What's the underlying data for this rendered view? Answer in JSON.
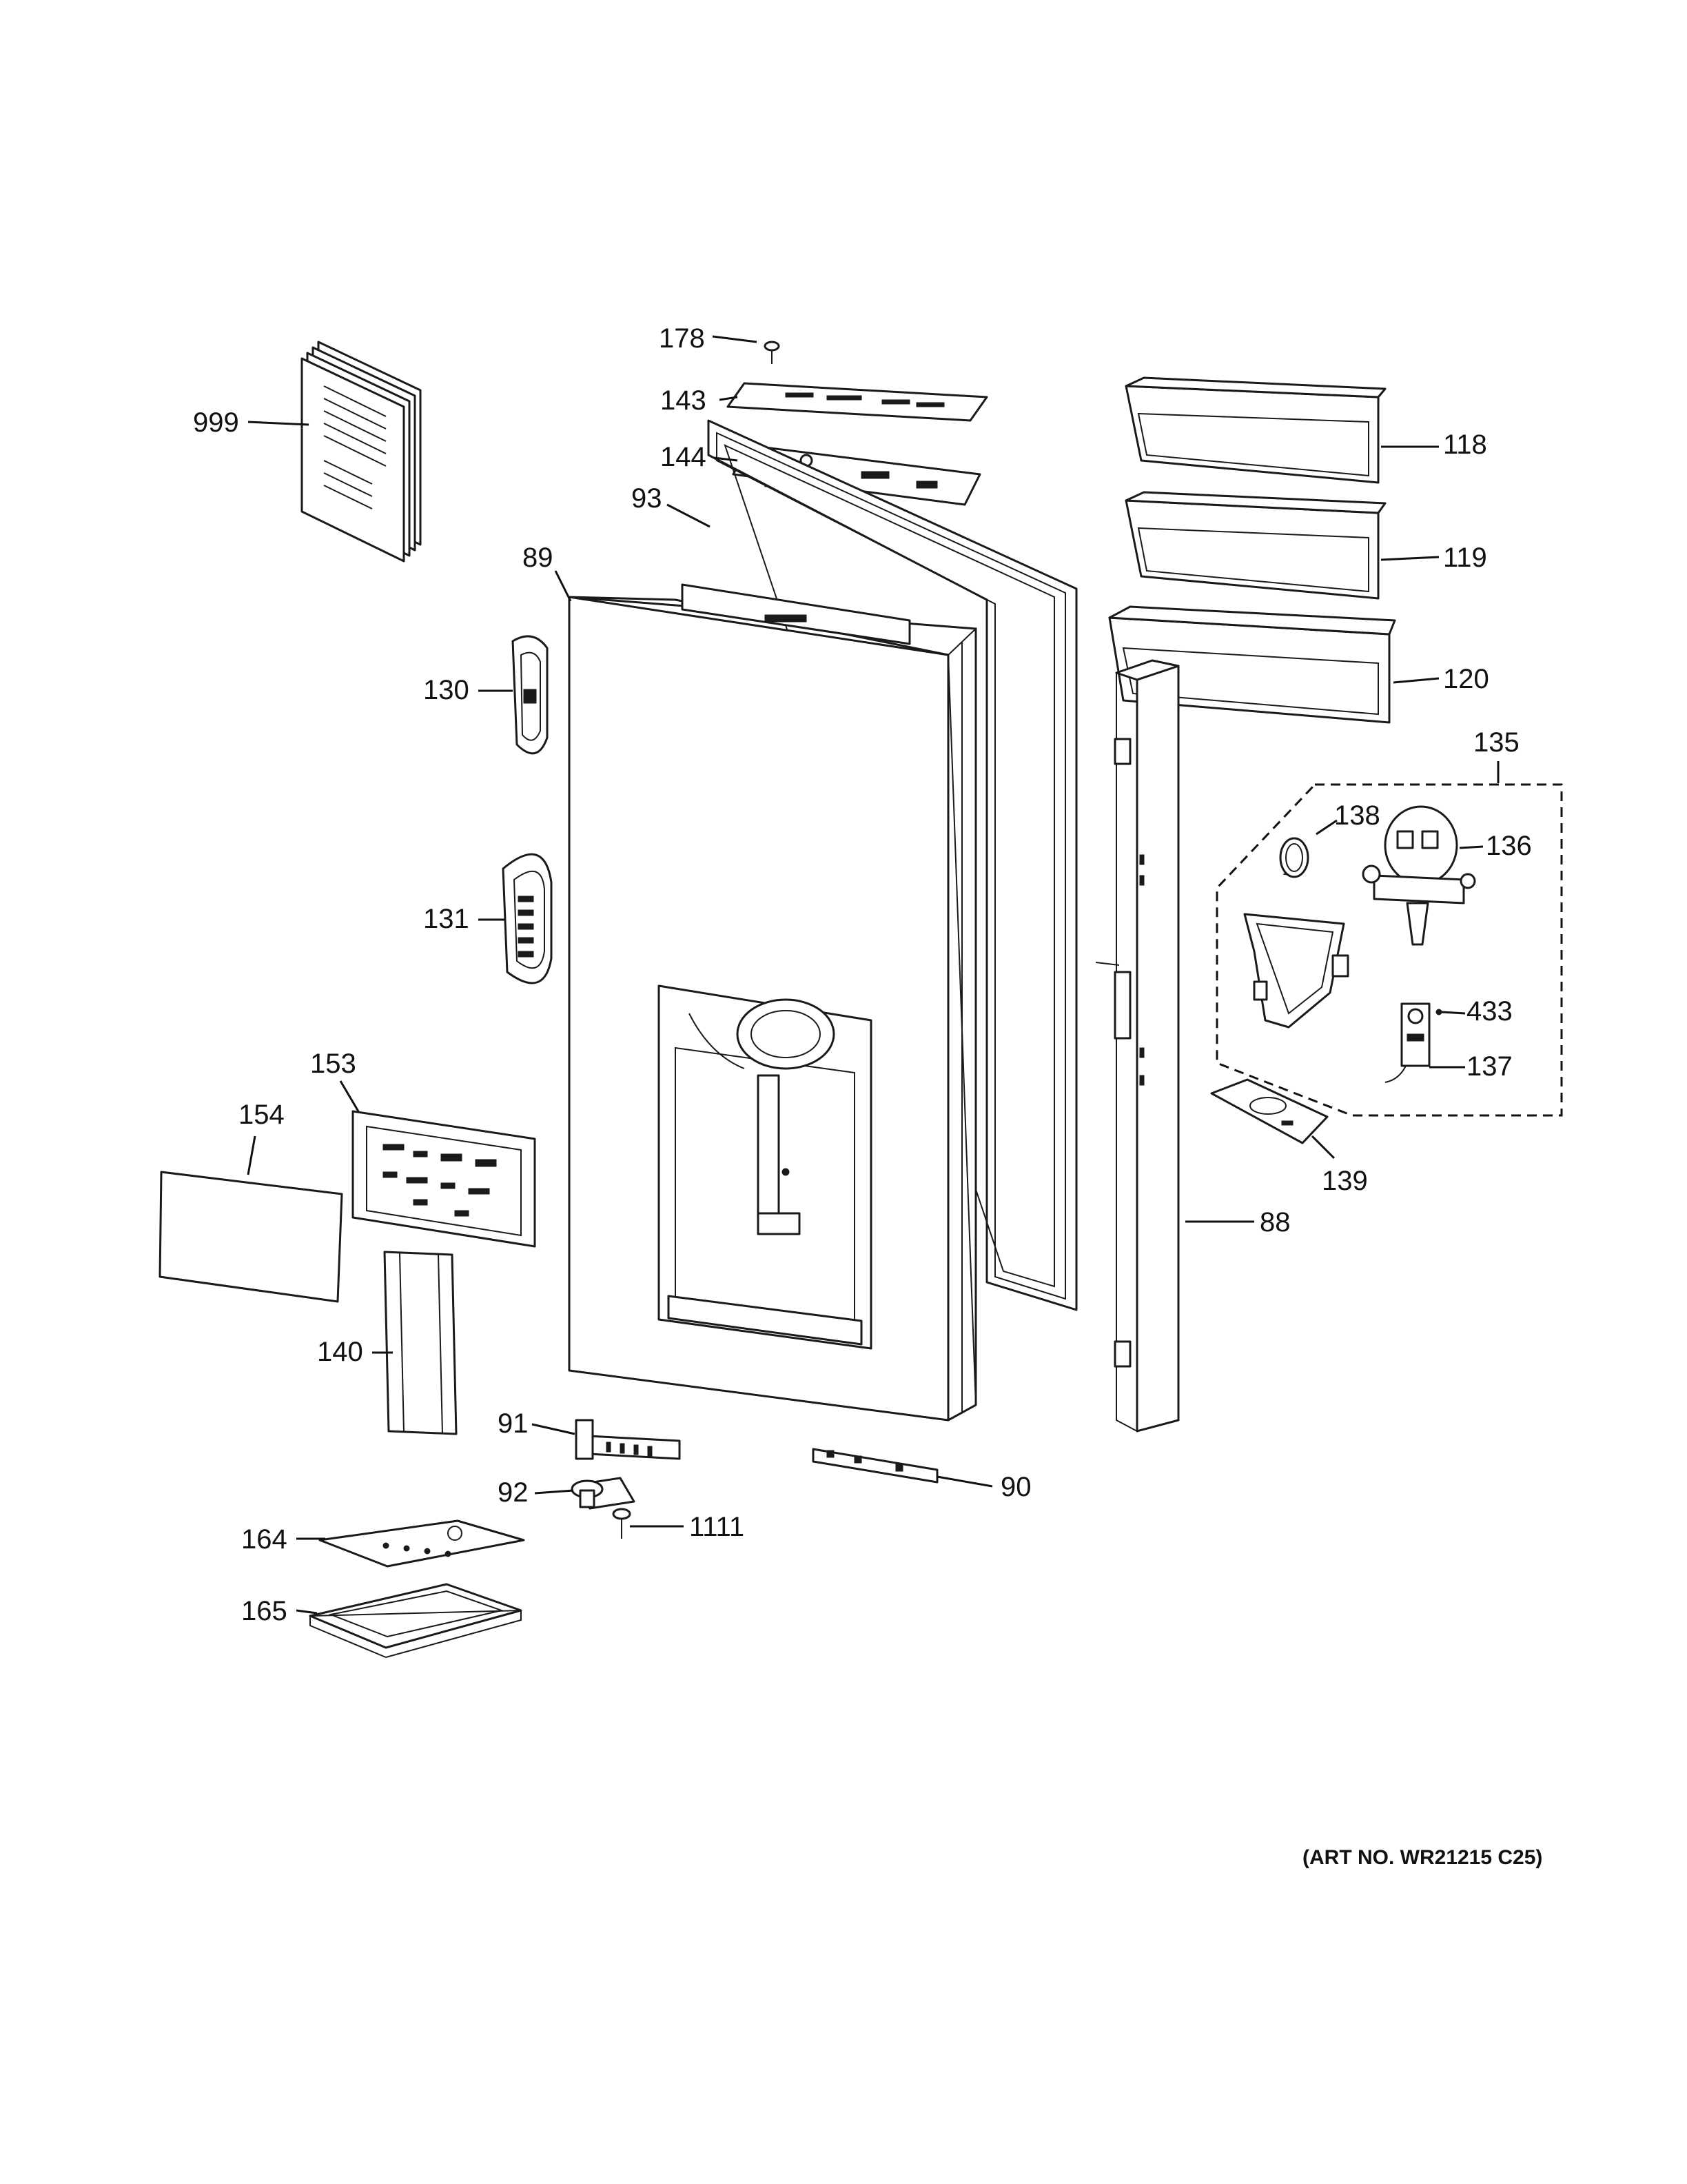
{
  "art_number": "(ART NO. WR21215 C25)",
  "callouts": {
    "c178": "178",
    "c143": "143",
    "c144": "144",
    "c93": "93",
    "c89": "89",
    "c999": "999",
    "c118": "118",
    "c119": "119",
    "c120": "120",
    "c130": "130",
    "c135": "135",
    "c138": "138",
    "c136": "136",
    "c131": "131",
    "c433": "433",
    "c137": "137",
    "c153": "153",
    "c154": "154",
    "c139": "139",
    "c88": "88",
    "c140": "140",
    "c91": "91",
    "c90": "90",
    "c92": "92",
    "c1111": "1111",
    "c164": "164",
    "c165": "165"
  }
}
